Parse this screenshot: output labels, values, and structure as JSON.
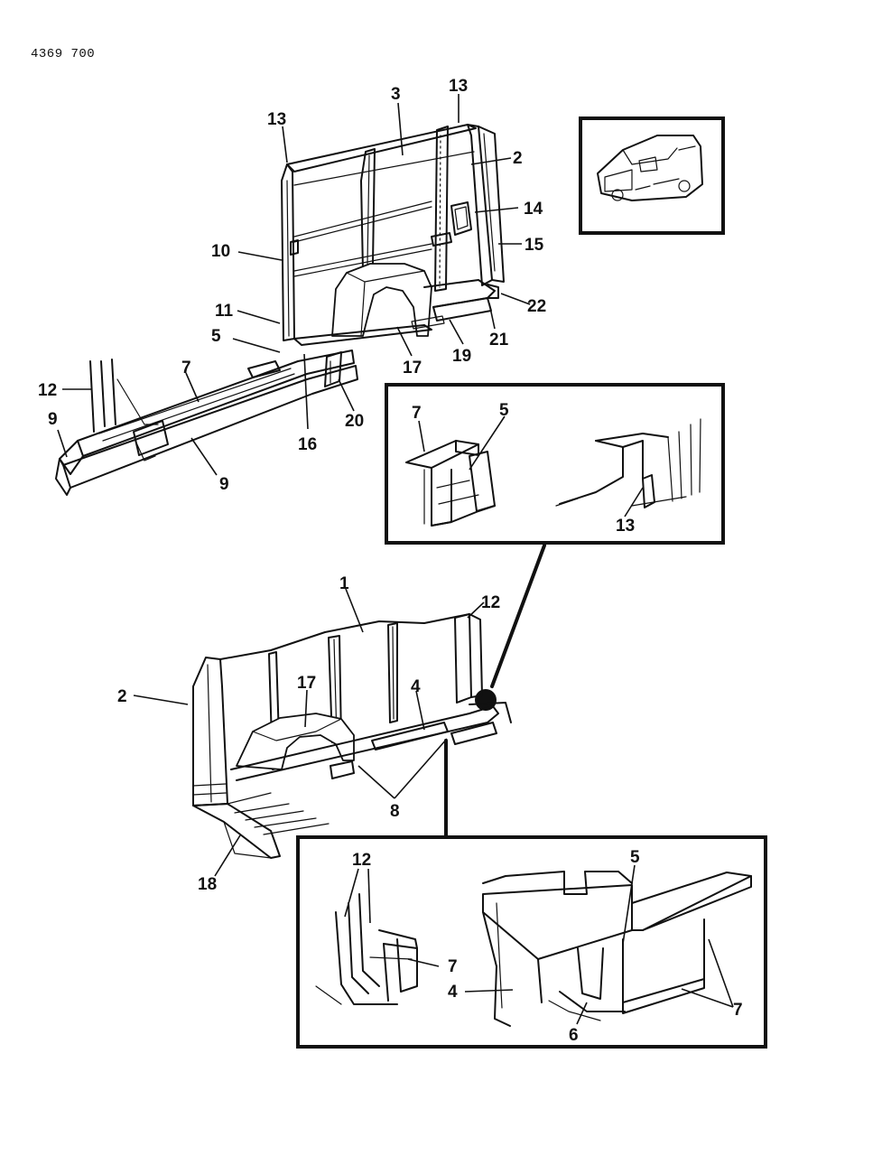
{
  "drawing_number": "4369 700",
  "callouts": {
    "c1": "1",
    "c2": "2",
    "c3": "3",
    "c4": "4",
    "c5": "5",
    "c6": "6",
    "c7": "7",
    "c8": "8",
    "c9": "9",
    "c10": "10",
    "c11": "11",
    "c12": "12",
    "c13": "13",
    "c14": "14",
    "c15": "15",
    "c16": "16",
    "c17": "17",
    "c18": "18",
    "c19": "19",
    "c20": "20",
    "c21": "21",
    "c22": "22"
  }
}
